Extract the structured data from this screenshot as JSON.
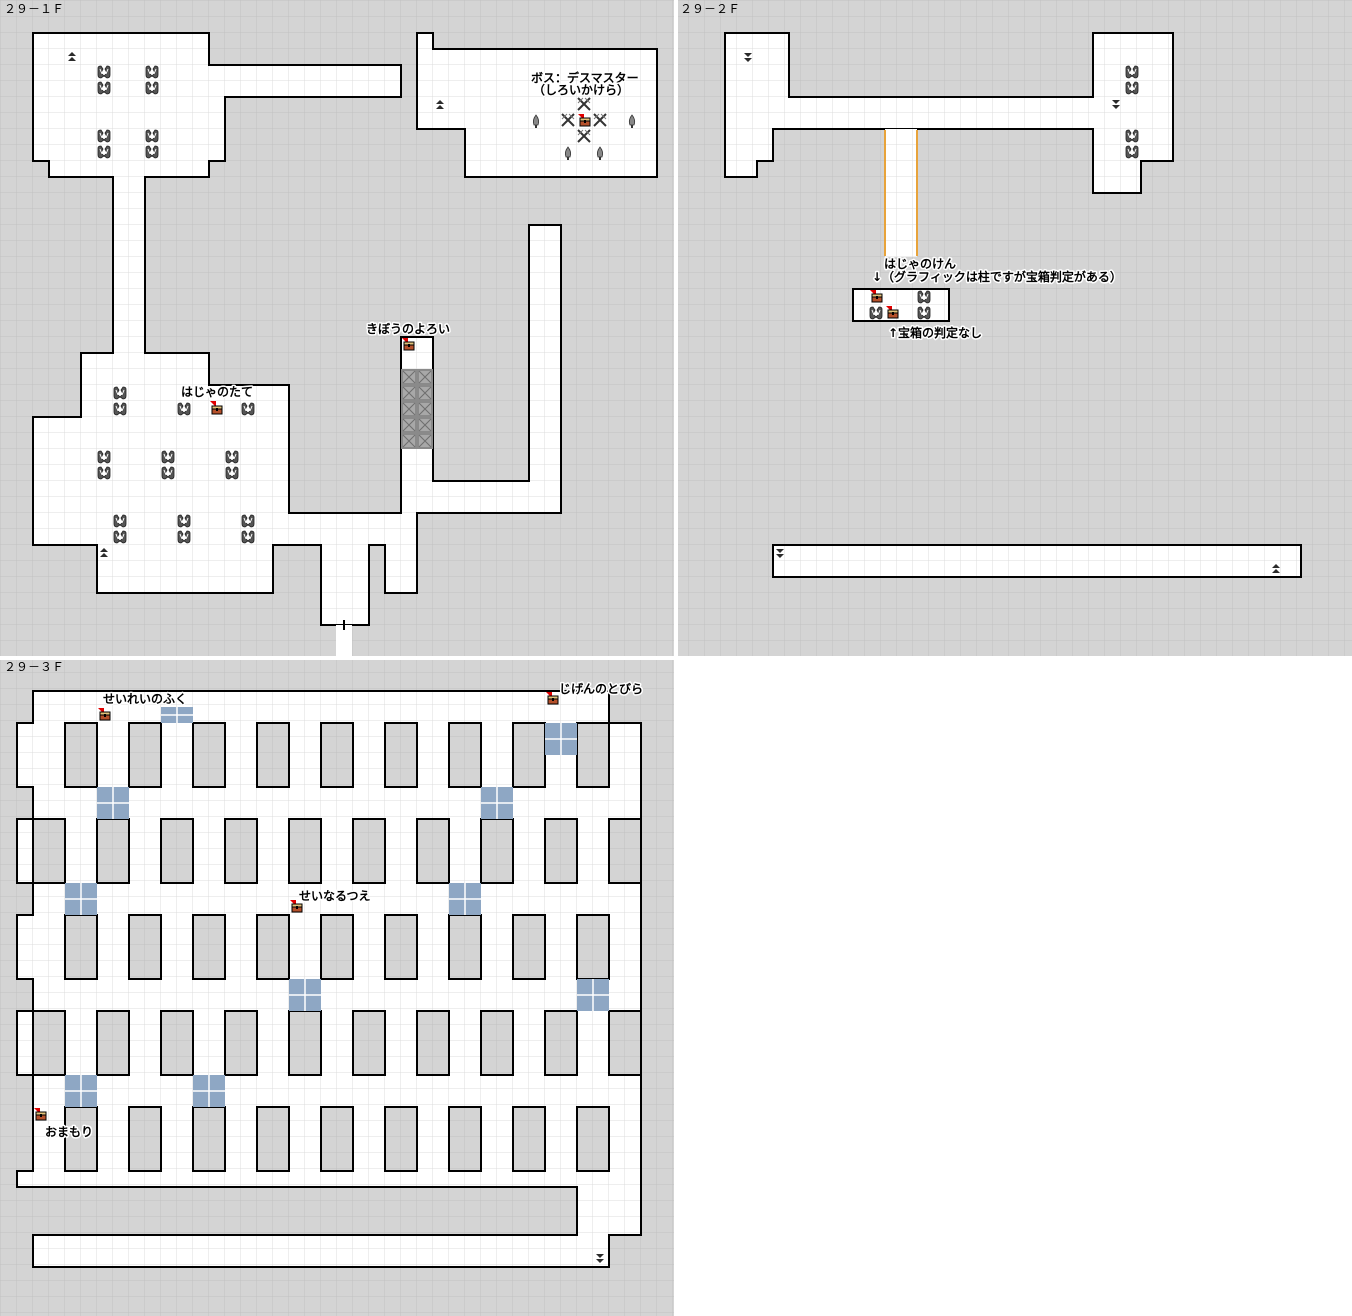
{
  "floors": [
    {
      "id": "f1",
      "title": "２９－１Ｆ"
    },
    {
      "id": "f2",
      "title": "２９－２Ｆ"
    },
    {
      "id": "f3",
      "title": "２９－３Ｆ"
    }
  ],
  "labels": {
    "f1_boss_1": "ボス：デスマスター",
    "f1_boss_2": "（しろいかけら）",
    "f1_kibou": "きぼうのよろい",
    "f1_hajanotate": "はじゃのたて",
    "f2_hajanoken": "はじゃのけん",
    "f2_graphic_note": "↓（グラフィックは柱ですが宝箱判定がある）",
    "f2_no_chest": "↑宝箱の判定なし",
    "f3_seirei": "せいれいのふく",
    "f3_jigen": "じげんのとびら",
    "f3_seinaru": "せいなるつえ",
    "f3_omamori": "おまもり"
  },
  "legend": {
    "treasure_chest": "treasure-chest-icon",
    "stairs_up": "stairs-up-icon",
    "stairs_down": "stairs-down-icon",
    "statue": "statue-icon",
    "crossed_swords": "crossed-swords-icon",
    "torch": "torch-icon",
    "warp_tile": "warp-tile-icon",
    "damage_floor": "damage-floor-icon"
  },
  "colors": {
    "background": "#d4d4d4",
    "floor": "#ffffff",
    "wall": "#000000",
    "warp_tile": "#8ea7c4",
    "bridge": "#e8a33a",
    "chest": "#b5502a",
    "marker_flag": "#e00000"
  }
}
